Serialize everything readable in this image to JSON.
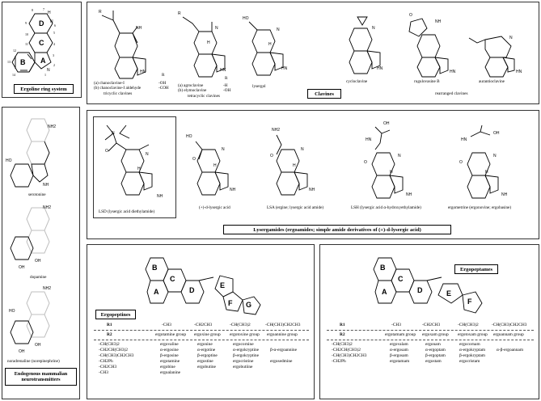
{
  "ergoline": {
    "label": "Ergoline ring system",
    "rings": [
      "A",
      "B",
      "C",
      "D"
    ],
    "atoms": [
      "N",
      "H",
      "N"
    ],
    "numbers": [
      "1",
      "2",
      "3",
      "4",
      "5",
      "6",
      "7",
      "8",
      "9",
      "10",
      "11",
      "12",
      "13",
      "14"
    ]
  },
  "clavines": {
    "label": "Clavines",
    "chanoclavine": {
      "caption_a": "(a) chanoclavine-I",
      "caption_b": "(b) chanoclavine-I aldehyde",
      "caption_c": "tricyclic clavines",
      "r_label": "R",
      "r_a": "-OH",
      "r_b": "-COH",
      "sub_r": "R",
      "sub_nh": "NH",
      "sub_hn": "HN"
    },
    "agroclavine": {
      "caption_a": "(a) agroclavine",
      "caption_b": "(b) elymoclavine",
      "caption_c": "tetracyclic clavines",
      "r_label": "R",
      "r_a": "-H",
      "r_b": "-OH",
      "sub_r": "R",
      "sub_n": "N",
      "sub_h": "H",
      "sub_hn": "HN"
    },
    "lysergol": {
      "caption": "lysergol",
      "sub_ho": "HO",
      "sub_n": "N",
      "sub_h": "H",
      "sub_hn": "HN"
    },
    "cycloclavine": {
      "caption": "cycloclavine",
      "sub_n": "N",
      "sub_hn": "HN"
    },
    "rugulovasine": {
      "caption": "rugulovasine B",
      "sub_o": "O",
      "sub_hn": "HN",
      "sub_nh": "NH"
    },
    "rearranged": {
      "caption": "rearranged clavines"
    },
    "aurantioclavine": {
      "caption": "aurantioclavine",
      "sub_n": "N",
      "sub_hn": "HN"
    }
  },
  "neuro": {
    "label_line1": "Endogenous mammalian",
    "label_line2": "neurotransmitters",
    "serotonin": {
      "caption": "serotonine",
      "sub_nh2": "NH2",
      "sub_ho": "HO",
      "sub_nh": "NH"
    },
    "dopamine": {
      "caption": "dopamine",
      "sub_nh2": "NH2",
      "sub_oh1": "OH",
      "sub_oh2": "OH"
    },
    "noradrenaline": {
      "caption": "noradrenaline (norepinephrine)",
      "sub_nh2": "NH2",
      "sub_ho": "HO",
      "sub_oh1": "OH",
      "sub_oh2": "OH"
    }
  },
  "lysergamides": {
    "label": "Lysergamides (ergoamides; simple amide derivatives of (+)-d-lysergic acid)",
    "lsd": {
      "caption": "LSD (lysergic acid diethylamide)",
      "sub_o": "O",
      "sub_n": "N",
      "sub_n2": "N",
      "sub_h": "H",
      "sub_hn": "NH"
    },
    "lysergic": {
      "caption": "(+)-d-lysergic acid",
      "sub_ho": "HO",
      "sub_o": "O",
      "sub_n": "N",
      "sub_h": "H",
      "sub_hn": "NH"
    },
    "lsa": {
      "caption": "LSA (ergine; lysergic acid amide)",
      "sub_nh2": "NH2",
      "sub_o": "O",
      "sub_n": "N",
      "sub_h": "H",
      "sub_hn": "NH"
    },
    "lsh": {
      "caption": "LSH (lysergic acid α-hydroxyethylamide)",
      "sub_oh": "OH",
      "sub_hn": "HN",
      "sub_o": "O",
      "sub_n": "N",
      "sub_h": "H",
      "sub_nh": "NH"
    },
    "ergometrine": {
      "caption": "ergometrine (ergonovine; ergobasine)",
      "sub_oh": "OH",
      "sub_hn": "HN",
      "sub_o": "O",
      "sub_n": "N",
      "sub_h": "H",
      "sub_nh": "NH"
    }
  },
  "ergopeptines": {
    "label": "Ergopeptines",
    "rings": [
      "A",
      "B",
      "C",
      "D",
      "E",
      "F",
      "G"
    ],
    "header": [
      "R1",
      "-CH3",
      "-CH2CH3",
      "-CH(CH3)2",
      "-CH(CH3)CH2CH3"
    ],
    "groups": [
      "R2",
      "ergotamine group",
      "ergoxine group",
      "ergotoxine group",
      "ergoannine group"
    ],
    "rows": [
      [
        "-CH(CH3)2",
        "ergovaline",
        "ergonine",
        "ergocornine",
        ""
      ],
      [
        "-CH2CH(CH3)2",
        "α-ergosine",
        "α-ergotine",
        "α-ergokryptine",
        "β-α-ergoannine"
      ],
      [
        "-CH(CH3)CH2CH3",
        "β-ergosine",
        "β-ergoptine",
        "β-ergokryptine",
        ""
      ],
      [
        "-CH2Ph",
        "ergotamine",
        "ergostine",
        "ergocristine",
        "ergosedmine"
      ],
      [
        "-CH2CH3",
        "ergobine",
        "ergobutine",
        "ergobutiine",
        ""
      ],
      [
        "-CH3",
        "ergoalanine",
        "",
        "",
        ""
      ]
    ]
  },
  "ergopeptames": {
    "label": "Ergopeptames",
    "rings": [
      "A",
      "B",
      "C",
      "D",
      "E",
      "F"
    ],
    "header": [
      "R1",
      "-CH3",
      "-CH2CH3",
      "-CH(CH3)2",
      "-CH(CH3)CH2CH3"
    ],
    "groups": [
      "R2",
      "ergotamam group",
      "ergoxam group",
      "ergotoxam group",
      "ergoannam group"
    ],
    "rows": [
      [
        "-CH(CH3)2",
        "ergovalam",
        "ergonam",
        "ergocornam",
        ""
      ],
      [
        "-CH2CH(CH3)2",
        "α-ergosam",
        "α-ergoptam",
        "α-ergokryptam",
        "α-β-ergoannam"
      ],
      [
        "-CH(CH3)CH2CH3",
        "β-ergosam",
        "β-ergoptam",
        "β-ergokryptam",
        ""
      ],
      [
        "-CH2Ph",
        "ergotamam",
        "ergostam",
        "ergocristam",
        ""
      ]
    ]
  }
}
